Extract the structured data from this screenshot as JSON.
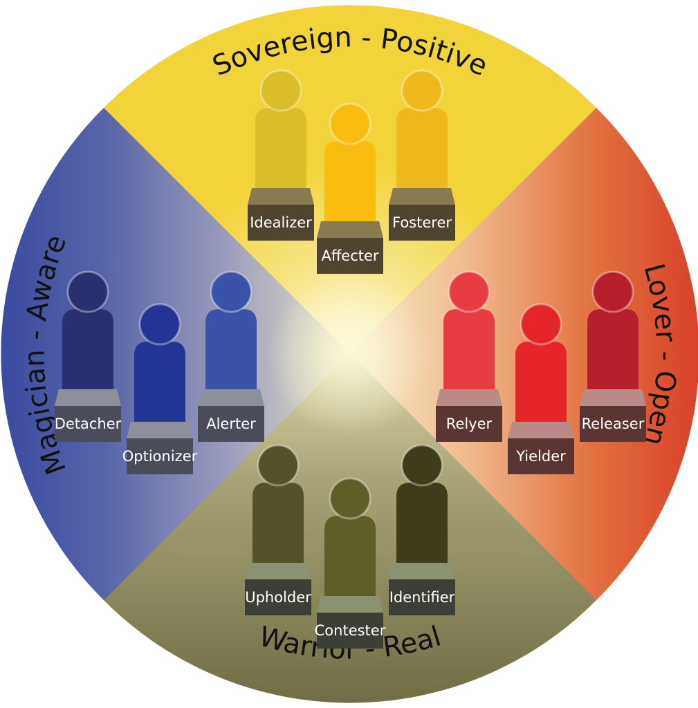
{
  "colors": {
    "sovereign": "#f2d43a",
    "lover": "#d9422a",
    "warrior": "#7d7a4e",
    "magician": "#3c4aa0",
    "center": "#f6f2c8",
    "rim": "#6e6e6e"
  },
  "quadrants": [
    {
      "key": "sovereign",
      "label": "Sovereign - Positive",
      "figures": [
        {
          "name": "Idealizer",
          "color": "#dcbd2a",
          "plinth": "#8a7a52",
          "box": "#4e4430"
        },
        {
          "name": "Affecter",
          "color": "#f9bd12",
          "plinth": "#8a7a52",
          "box": "#4e4430"
        },
        {
          "name": "Fosterer",
          "color": "#efb81c",
          "plinth": "#8a7a52",
          "box": "#4e4430"
        }
      ]
    },
    {
      "key": "lover",
      "label": "Lover - Open",
      "figures": [
        {
          "name": "Relyer",
          "color": "#e73c42",
          "plinth": "#b98a86",
          "box": "#5a3532"
        },
        {
          "name": "Yielder",
          "color": "#e42628",
          "plinth": "#b98a86",
          "box": "#5a3532"
        },
        {
          "name": "Releaser",
          "color": "#b81f2c",
          "plinth": "#b98a86",
          "box": "#5a3532"
        }
      ]
    },
    {
      "key": "warrior",
      "label": "Warrior - Real",
      "figures": [
        {
          "name": "Upholder",
          "color": "#545227",
          "plinth": "#8a9272",
          "box": "#3c3f35"
        },
        {
          "name": "Contester",
          "color": "#5e5f26",
          "plinth": "#8a9272",
          "box": "#3c3f35"
        },
        {
          "name": "Identifier",
          "color": "#3f3c19",
          "plinth": "#8a9272",
          "box": "#3c3f35"
        }
      ]
    },
    {
      "key": "magician",
      "label": "Magician - Aware",
      "figures": [
        {
          "name": "Detacher",
          "color": "#2a2f72",
          "plinth": "#8d8f9a",
          "box": "#4a4c5a"
        },
        {
          "name": "Optionizer",
          "color": "#243494",
          "plinth": "#8d8f9a",
          "box": "#4a4c5a"
        },
        {
          "name": "Alerter",
          "color": "#3a52a8",
          "plinth": "#8d8f9a",
          "box": "#4a4c5a"
        }
      ]
    }
  ]
}
